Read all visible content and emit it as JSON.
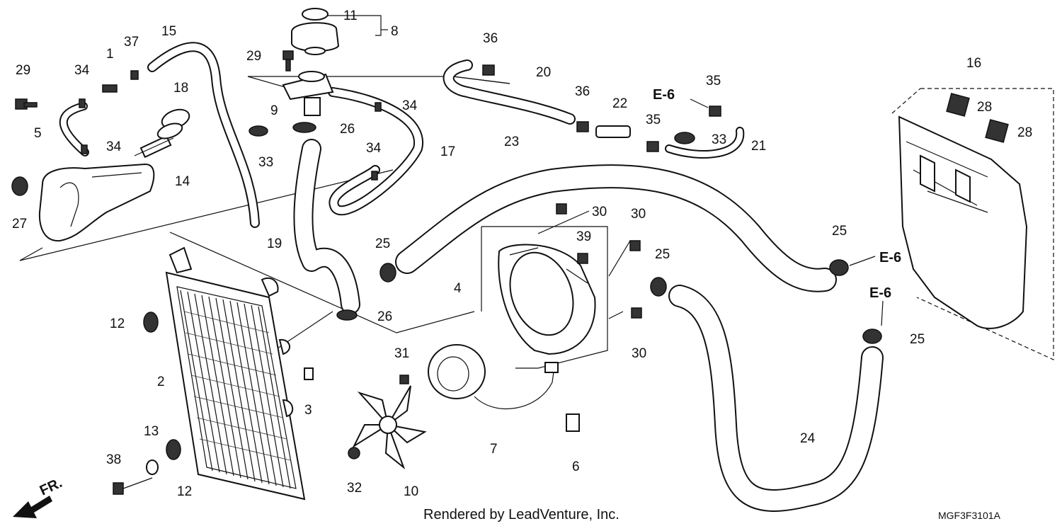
{
  "diagram": {
    "callouts": [
      "1",
      "2",
      "3",
      "4",
      "5",
      "6",
      "7",
      "8",
      "9",
      "10",
      "11",
      "12",
      "12",
      "13",
      "14",
      "15",
      "16",
      "17",
      "18",
      "19",
      "20",
      "21",
      "22",
      "23",
      "24",
      "25",
      "25",
      "25",
      "25",
      "26",
      "26",
      "27",
      "28",
      "28",
      "29",
      "29",
      "30",
      "30",
      "30",
      "31",
      "32",
      "33",
      "33",
      "34",
      "34",
      "34",
      "34",
      "35",
      "35",
      "36",
      "36",
      "37",
      "38",
      "39"
    ],
    "refs": [
      "E-6",
      "E-6",
      "E-6"
    ],
    "direction_label": "FR.",
    "credit": "Rendered by LeadVenture, Inc.",
    "drawing_code": "MGF3F3101A"
  }
}
